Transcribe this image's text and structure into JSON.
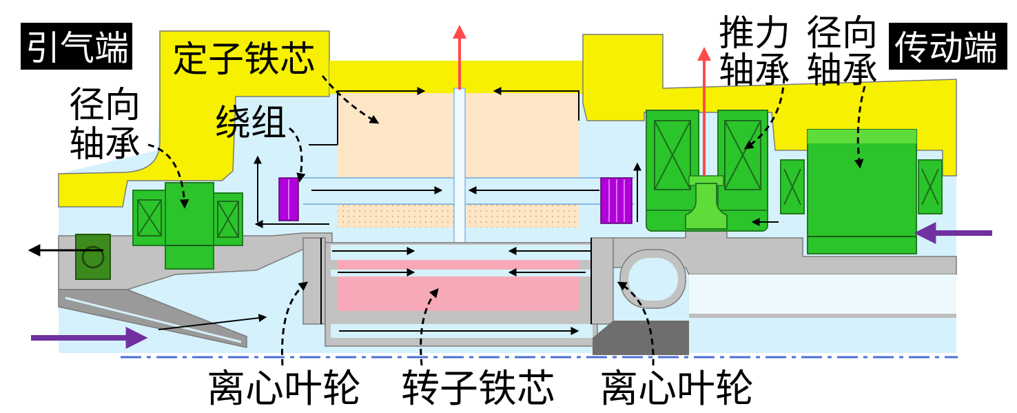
{
  "labels": {
    "intake_end": "引气端",
    "drive_end": "传动端",
    "stator_core": "定子铁芯",
    "left_radial_bearing": {
      "line1": "径向",
      "line2": "轴承"
    },
    "winding": "绕组",
    "thrust_bearing": {
      "line1": "推力",
      "line2": "轴承"
    },
    "right_radial_bearing": {
      "line1": "径向",
      "line2": "轴承"
    },
    "impeller_left": "离心叶轮",
    "rotor_core": "转子铁芯",
    "impeller_right": "离心叶轮"
  },
  "colors": {
    "housing": "#f7f000",
    "coolant": "#d5f1fb",
    "stator_core": "#fde6c6",
    "rotor_core": "#f7a9b7",
    "winding": "#b000d8",
    "bearing": "#2bc42b",
    "bearing_light": "#5fdc3a",
    "bearing_dark": "#3c8a1c",
    "shaft": "#c2c2c2",
    "shaft_dark": "#6e6e6e",
    "airflow": "#7030a0",
    "heat_flow": "#ff4a4a",
    "label_box": "#000000"
  }
}
